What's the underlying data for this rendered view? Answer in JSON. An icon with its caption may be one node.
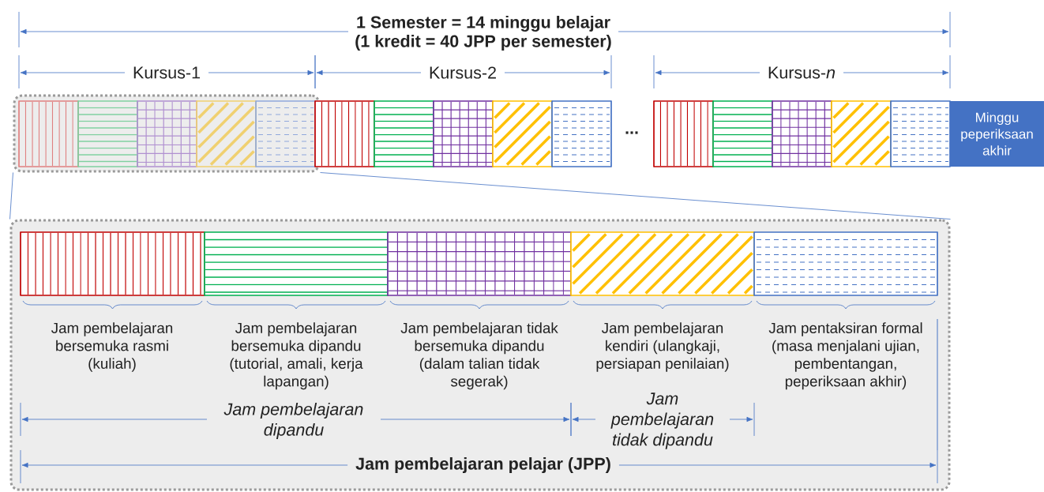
{
  "diagram": {
    "nodes": [
      {
        "text": [],
        "shape": "box"
      },
      {
        "text": [],
        "shape": "box",
        "in": 0
      },
      {
        "text": [],
        "shape": "box",
        "in": 0
      },
      {
        "text": [],
        "shape": "box",
        "in": 0
      },
      {
        "text": [],
        "shape": "box",
        "in": 0
      },
      {
        "text": [],
        "shape": "box",
        "in": 0
      },
      {
        "text": [],
        "shape": "box"
      },
      {
        "text": [],
        "shape": "box"
      },
      {
        "text": [],
        "shape": "box"
      },
      {
        "text": [],
        "shape": "box"
      },
      {
        "text": [],
        "shape": "box"
      },
      {
        "text": [],
        "shape": "box"
      },
      {
        "text": [],
        "shape": "box"
      },
      {
        "text": [],
        "shape": "box"
      },
      {
        "text": [],
        "shape": "box"
      },
      {
        "text": [],
        "shape": "box"
      },
      {
        "text": [
          "Minggu peperiksaan akhir"
        ]
      },
      {
        "text": [],
        "shape": "box"
      },
      {
        "text": [],
        "shape": "box",
        "in": 17
      },
      {
        "text": [],
        "shape": "box",
        "in": 17
      },
      {
        "text": [],
        "shape": "box",
        "in": 17
      },
      {
        "text": [],
        "shape": "box",
        "in": 17
      },
      {
        "text": [],
        "shape": "box",
        "in": 17
      }
    ],
    "edges": [
      {
        "from": 0,
        "to": 17,
        "arrow": "none"
      },
      {
        "from": 0,
        "to": 17,
        "arrow": "none"
      }
    ],
    "labels": [
      "1 Semester = 14 minggu belajar",
      "(1 kredit = 40 JPP per semester)",
      "Kursus-1",
      "Kursus-2",
      "...",
      "Kursus-*n*",
      "Jam pembelajaran bersemuka rasmi (kuliah)",
      "Jam pembelajaran bersemuka dipandu (tutorial, amali, kerja lapangan)",
      "Jam pembelajaran tidak bersemuka dipandu (dalam talian tidak segerak)",
      "Jam pembelajaran kendiri (ulangkaji, persiapan penilaian)",
      "Jam pentaksiran formal (masa menjalani ujian, pembentangan, peperiksaan akhir)",
      "Jam pembelajaran dipandu",
      "Jam pembelajaran tidak dipandu",
      "Jam pembelajaran pelajar (JPP)"
    ]
  }
}
